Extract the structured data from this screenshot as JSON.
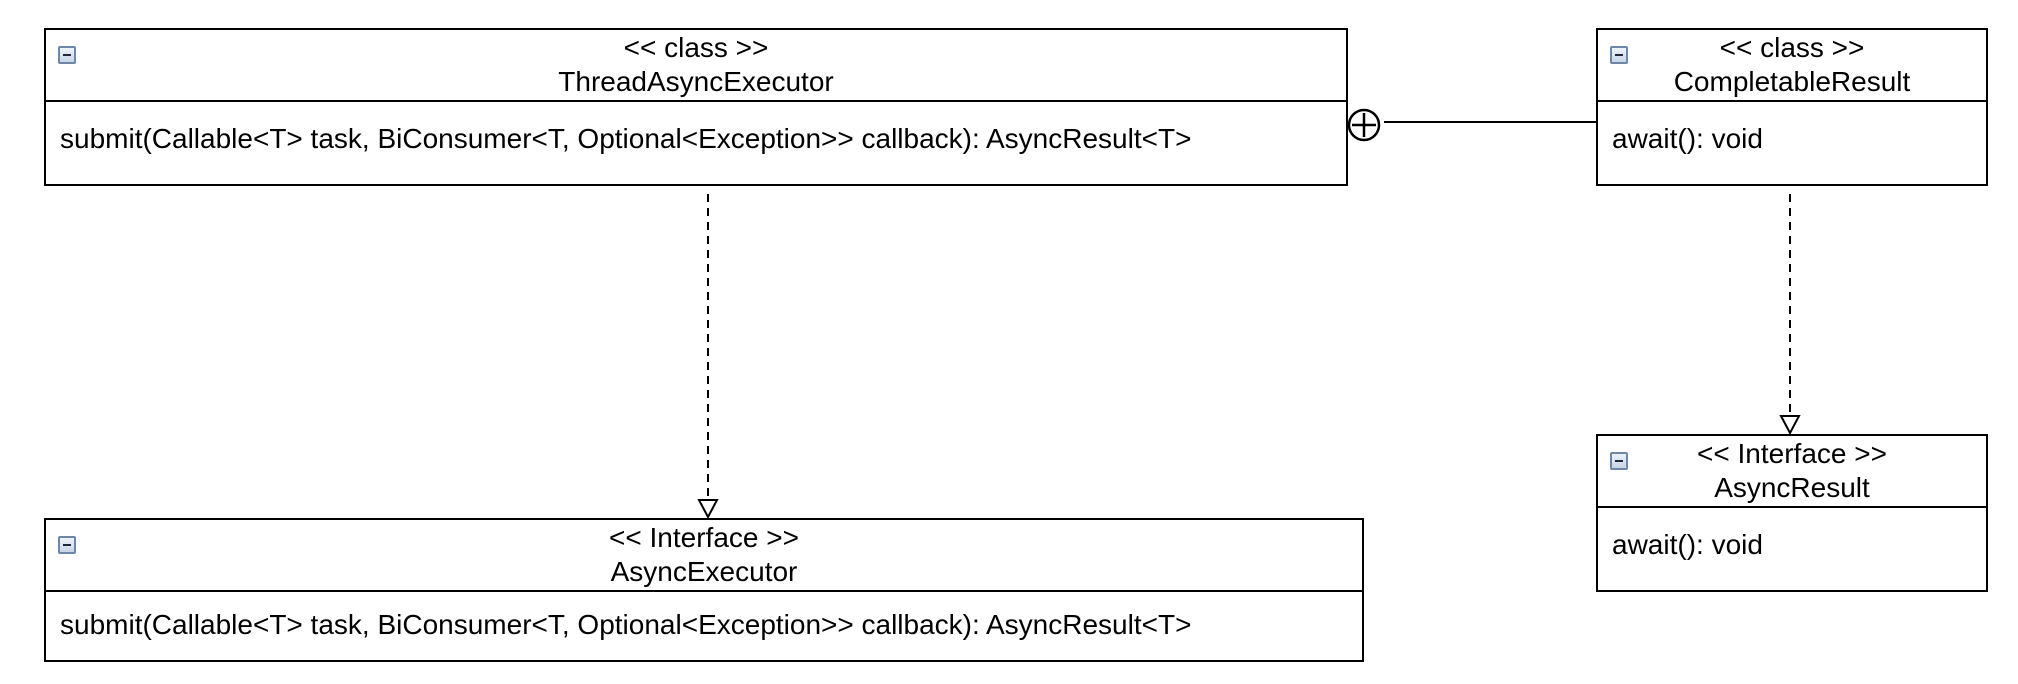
{
  "classes": {
    "thread_async_executor": {
      "stereotype": "<< class >>",
      "name": "ThreadAsyncExecutor",
      "operations": [
        "submit(Callable<T> task, BiConsumer<T, Optional<Exception>> callback): AsyncResult<T>"
      ]
    },
    "completable_result": {
      "stereotype": "<< class >>",
      "name": "CompletableResult",
      "operations": [
        "await(): void"
      ]
    },
    "async_executor": {
      "stereotype": "<< Interface >>",
      "name": "AsyncExecutor",
      "operations": [
        "submit(Callable<T> task, BiConsumer<T, Optional<Exception>> callback): AsyncResult<T>"
      ]
    },
    "async_result": {
      "stereotype": "<< Interface >>",
      "name": "AsyncResult",
      "operations": [
        "await(): void"
      ]
    }
  },
  "relations": [
    {
      "type": "nesting",
      "from": "thread_async_executor",
      "to": "completable_result"
    },
    {
      "type": "realization",
      "from": "thread_async_executor",
      "to": "async_executor"
    },
    {
      "type": "realization",
      "from": "completable_result",
      "to": "async_result"
    }
  ],
  "icons": {
    "collapse": "collapse-minus-icon",
    "nesting": "circle-plus-icon"
  },
  "colors": {
    "line": "#000000",
    "icon_border": "#6d87a8"
  }
}
